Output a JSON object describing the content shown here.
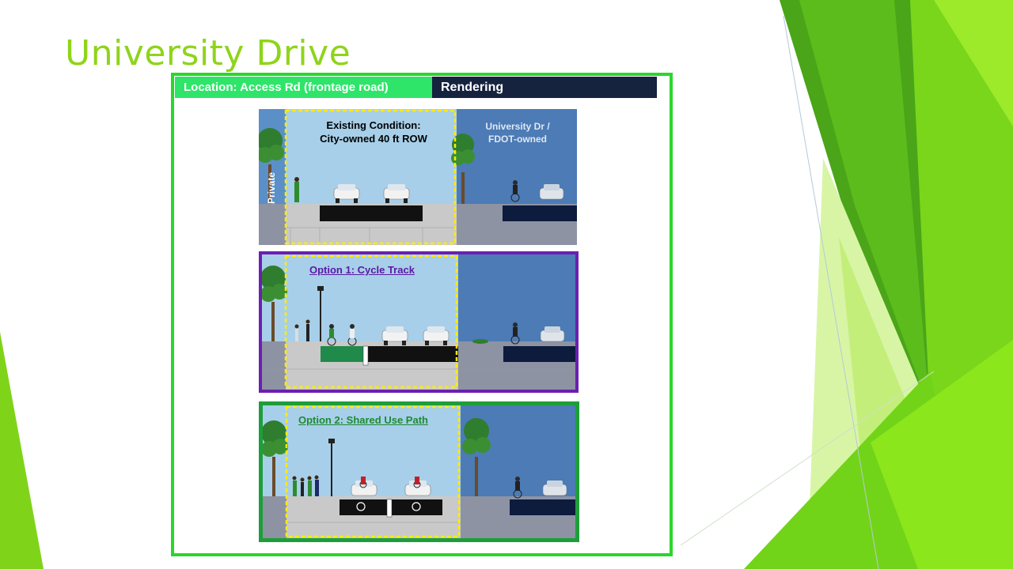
{
  "slide": {
    "title": "University Drive"
  },
  "header": {
    "location_label": "Location: Access Rd (frontage road)",
    "rendering_label": "Rendering"
  },
  "panels": {
    "existing": {
      "title_line1": "Existing Condition:",
      "title_line2": "City-owned 40 ft ROW",
      "private_label": "Private",
      "fdot_line1": "University Dr /",
      "fdot_line2": "FDOT-owned"
    },
    "option1": {
      "title": "Option 1: Cycle Track",
      "border_color": "#6b1fb1"
    },
    "option2": {
      "title": "Option 2: Shared Use Path",
      "border_color": "#1d9e3a"
    }
  },
  "colors": {
    "title_green": "#8fd41a",
    "frame_green": "#2bd62b",
    "location_bar": "#2ee56a",
    "rendering_bar": "#15233f",
    "highlight_yellow": "#ffeb00"
  }
}
